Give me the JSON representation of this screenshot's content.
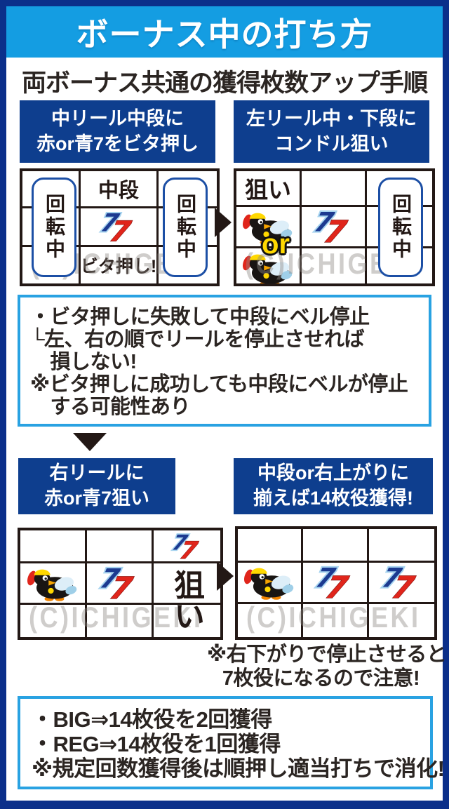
{
  "header": {
    "title": "ボーナス中の打ち方"
  },
  "subtitle": "両ボーナス共通の獲得枚数アップ手順",
  "watermark": "(C)ICHIGEKI",
  "steps": {
    "s1": {
      "line1": "中リール中段に",
      "line2": "赤or青7をビタ押し"
    },
    "s2": {
      "line1": "左リール中・下段に",
      "line2": "コンドル狙い"
    },
    "s3": {
      "line1": "右リールに",
      "line2": "赤or青7狙い"
    },
    "s4": {
      "line1": "中段or右上がりに",
      "line2": "揃えば14枚役獲得!"
    }
  },
  "grid_labels": {
    "middle_row": "中段",
    "bita_push": "ビタ押し!",
    "spinning": "回転中",
    "aim": "狙い",
    "or": "or",
    "aim_vertical": "狙い"
  },
  "note_box": {
    "lines": [
      "・ビタ押しに失敗して中段にベル停止",
      "└左、右の順でリールを停止させれば",
      "　損しない!",
      "※ビタ押しに成功しても中段にベルが停止",
      "　する可能性あり"
    ]
  },
  "caution": {
    "line1": "※右下がりで停止させると",
    "line2": "7枚役になるので注意!"
  },
  "payout_box": {
    "lines": [
      "・BIG⇒14枚役を2回獲得",
      "・REG⇒14枚役を1回獲得",
      "※規定回数獲得後は順押し適当打ちで消化!"
    ]
  },
  "icons": {
    "seven": "red-blue-seven",
    "condor": "condor-character",
    "arrow_right": "right-arrow",
    "arrow_down": "down-arrow"
  },
  "colors": {
    "navy_border": "#0b2f8a",
    "header_blue": "#149de2",
    "box_navy": "#0e3e8e",
    "cyan_border": "#29a2e2",
    "or_yellow": "#ffd800",
    "seven_red": "#e0251b",
    "seven_blue": "#1c3a90",
    "grid_line": "#231815"
  }
}
